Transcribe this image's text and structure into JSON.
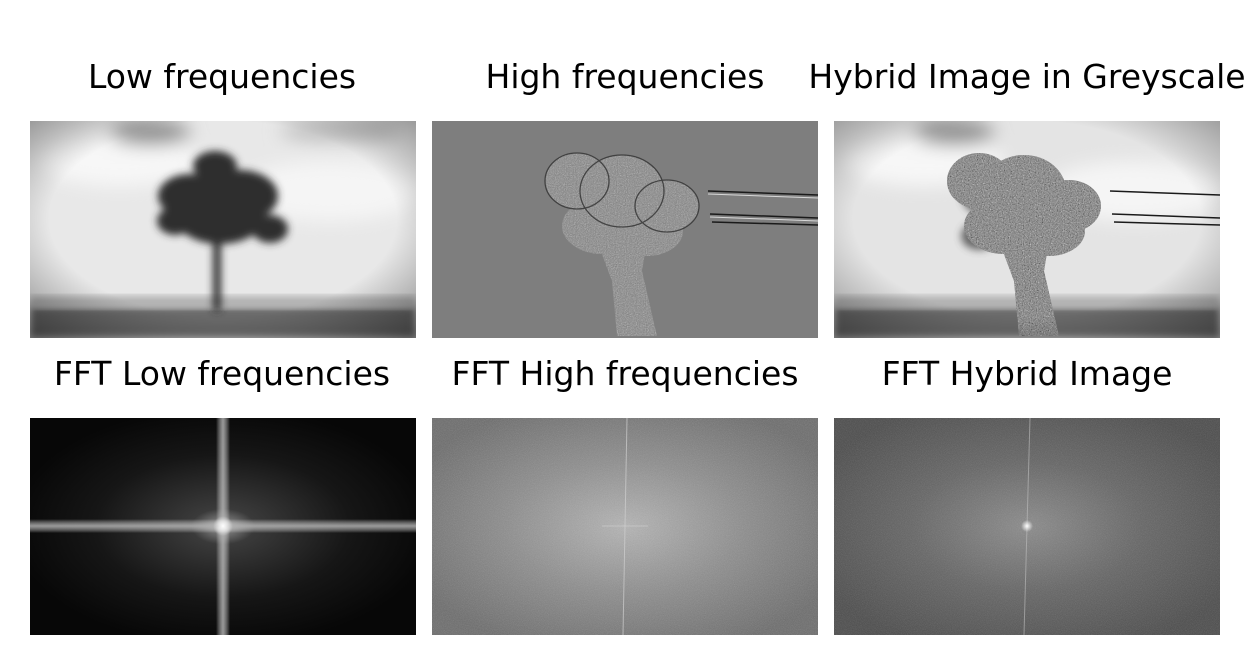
{
  "figure": {
    "panels": [
      {
        "id": "low",
        "title": "Low frequencies",
        "content": "blurred-tree-photo"
      },
      {
        "id": "high",
        "title": "High frequencies",
        "content": "broccoli-edges"
      },
      {
        "id": "hybrid",
        "title": "Hybrid Image in Greyscale",
        "content": "broccoli-over-tree"
      },
      {
        "id": "fft_low",
        "title": "FFT Low frequencies",
        "content": "fft-spectrum-bright-cross"
      },
      {
        "id": "fft_high",
        "title": "FFT High frequencies",
        "content": "fft-spectrum-noisy"
      },
      {
        "id": "fft_hybrid",
        "title": "FFT Hybrid Image",
        "content": "fft-spectrum-dark"
      }
    ]
  }
}
